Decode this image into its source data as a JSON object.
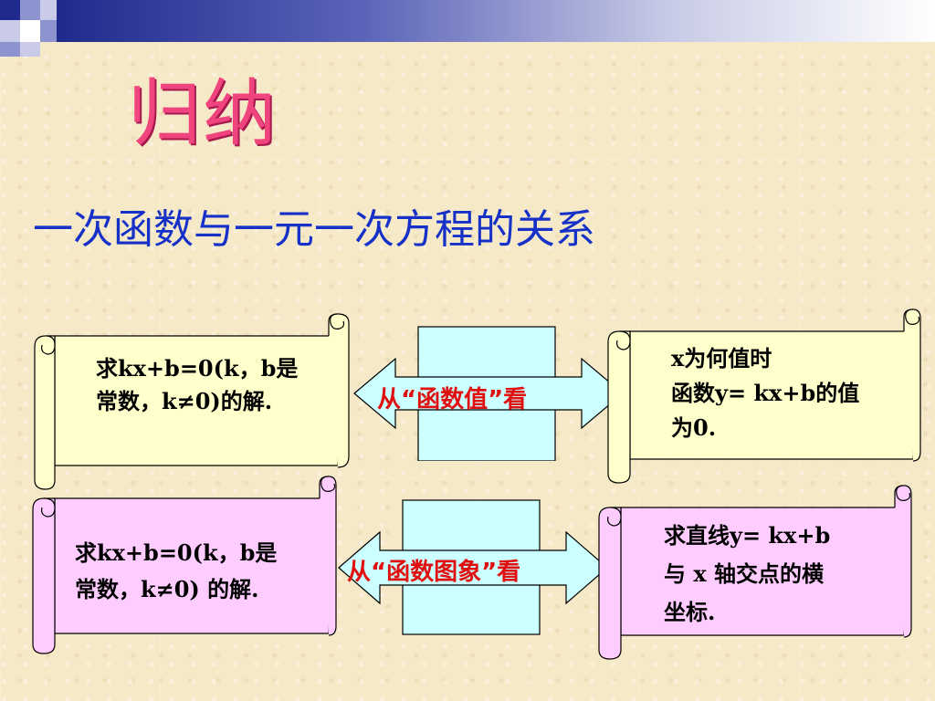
{
  "title": "归纳",
  "subtitle": "一次函数与一元一次方程的关系",
  "row1": {
    "left_line1": "求kx+b=0(k，b是",
    "left_line2": "常数，k≠0)的解.",
    "middle_label": "从“函数值”看",
    "right_line1": "x为何值时",
    "right_line2": "函数y= kx+b的值",
    "right_line3": "为0."
  },
  "row2": {
    "left_line1": "求kx+b=0(k，b是",
    "left_line2": "常数，k≠0) 的解.",
    "middle_label": "从“函数图象”看",
    "right_line1": "求直线y= kx+b",
    "right_line2": "与 x 轴交点的横",
    "right_line3": "坐标."
  },
  "colors": {
    "row1_scroll": "#ffffcc",
    "row2_scroll": "#ffccff",
    "middle_box": "#ccffff",
    "title": "#f0447e",
    "subtitle": "#1631c8",
    "label": "#e01010"
  }
}
